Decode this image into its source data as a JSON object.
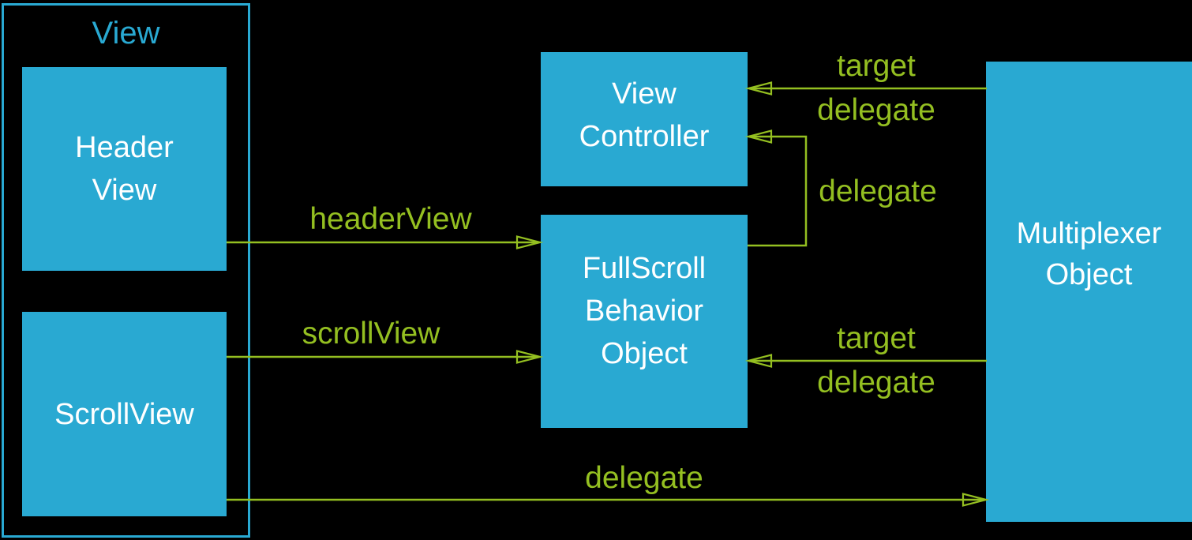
{
  "colors": {
    "background": "#000000",
    "node_fill": "#29a9d2",
    "node_text": "#ffffff",
    "accent": "#29a9d2",
    "arrow": "#94bf21"
  },
  "container": {
    "title": "View"
  },
  "nodes": {
    "header_view": {
      "label": "Header\nView"
    },
    "scroll_view": {
      "label": "ScrollView"
    },
    "view_controller": {
      "label": "View\nController"
    },
    "fullscroll_behavior_object": {
      "label": "FullScroll\nBehavior\nObject"
    },
    "multiplexer_object": {
      "label": "Multiplexer\nObject"
    }
  },
  "edges": {
    "header_view_to_fullscroll": {
      "label": "headerView"
    },
    "scroll_view_to_fullscroll": {
      "label": "scrollView"
    },
    "scroll_view_to_multiplexer": {
      "label": "delegate"
    },
    "multiplexer_to_view_controller": {
      "label": "target\ndelegate"
    },
    "fullscroll_to_view_controller": {
      "label": "delegate"
    },
    "multiplexer_to_fullscroll": {
      "label": "target\ndelegate"
    }
  }
}
